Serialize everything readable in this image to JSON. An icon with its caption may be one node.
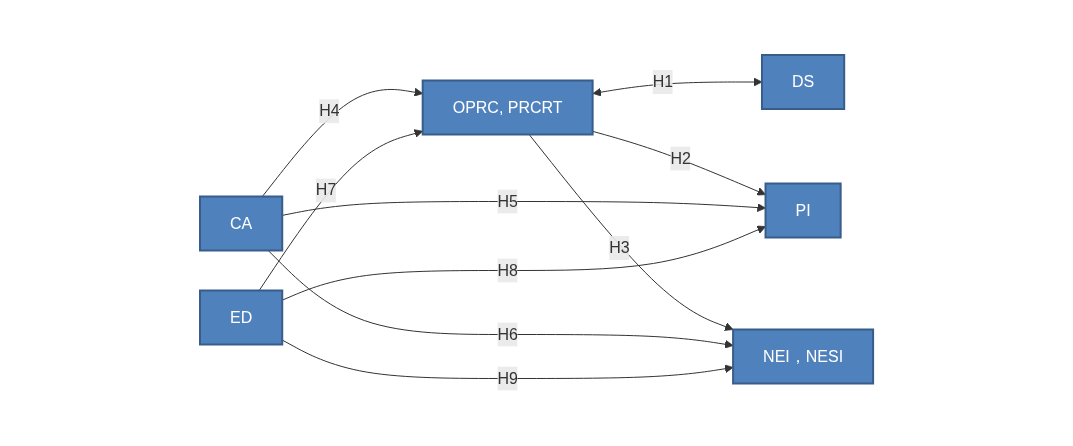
{
  "diagram": {
    "nodes": [
      {
        "text": [
          "CA"
        ]
      },
      {
        "text": [
          "PI"
        ]
      },
      {
        "text": [
          "OPRC, PRCRT"
        ]
      },
      {
        "text": [
          "DS"
        ]
      },
      {
        "text": [
          "NEI，NESI"
        ]
      },
      {
        "text": [
          "ED"
        ]
      }
    ],
    "edges": [
      {
        "from": 2,
        "to": 3,
        "arrow": "both",
        "label": "H1"
      },
      {
        "from": 2,
        "to": 1,
        "arrow": "to",
        "label": "H2"
      },
      {
        "from": 2,
        "to": 4,
        "arrow": "to",
        "label": "H3"
      },
      {
        "from": 0,
        "to": 2,
        "arrow": "to",
        "label": "H4"
      },
      {
        "from": 0,
        "to": 1,
        "arrow": "to",
        "label": "H5"
      },
      {
        "from": 0,
        "to": 4,
        "arrow": "to",
        "label": "H6"
      },
      {
        "from": 5,
        "to": 2,
        "arrow": "to",
        "label": "H7"
      },
      {
        "from": 5,
        "to": 1,
        "arrow": "to",
        "label": "H8"
      },
      {
        "from": 5,
        "to": 4,
        "arrow": "to",
        "label": "H9"
      }
    ]
  }
}
